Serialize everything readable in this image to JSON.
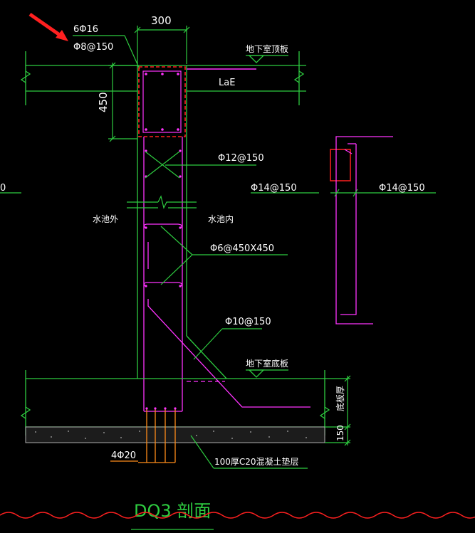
{
  "labels": {
    "top_width": "300",
    "main_bars": "6Φ16",
    "stirrup": "Φ8@150",
    "roof_slab": "地下室顶板",
    "lae": "LaE",
    "beam_depth": "450",
    "wall_rebar_cross": "Φ12@150",
    "left_partial": "0",
    "vert_rebar": "Φ14@150",
    "side_outside": "水池外",
    "side_inside": "水池内",
    "tie_bar": "Φ6@450X450",
    "haunch_bar": "Φ10@150",
    "detail_vert_rebar": "Φ14@150",
    "base_slab": "地下室底板",
    "slab_thickness": "底板厚",
    "cushion_thickness": "150",
    "footing_bars": "4Φ20",
    "cushion_layer": "100厚C20混凝土垫层",
    "section_title": "DQ3 剖面"
  },
  "colors": {
    "line_green": "#2ecc40",
    "rebar_magenta": "#ff33ff",
    "beam_red": "#ff2020",
    "footing_orange": "#ff8c1a",
    "cushion_gray": "#b0b0b0",
    "border_red": "#ff2020",
    "arrow_red": "#ff2020",
    "background": "#000000"
  }
}
